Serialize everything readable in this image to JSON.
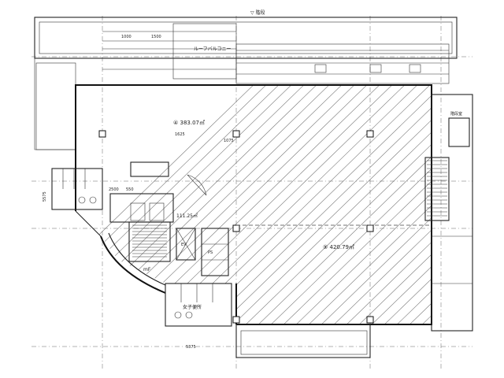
{
  "labels": {
    "top_note": "▽ 階段",
    "balcony": "ルーフバルコニー",
    "area_a": "④  383.07㎡",
    "area_b": "⑤  420.79㎡",
    "area_c": "111.25㎡",
    "mf": "mF",
    "women_wc": "女子便所",
    "stair_right": "階段室",
    "ev": "EV",
    "pipe_shaft": "PS",
    "dim_left": "5575",
    "dim_bottom": "5375",
    "dim_top_a": "1000",
    "dim_top_b": "1500",
    "dim_mid_a": "1625",
    "dim_mid_b": "1075",
    "dim_room_a": "2500",
    "dim_room_b": "550"
  },
  "colors": {
    "ink": "#222222",
    "paper": "#ffffff",
    "hatch": "#777777"
  }
}
